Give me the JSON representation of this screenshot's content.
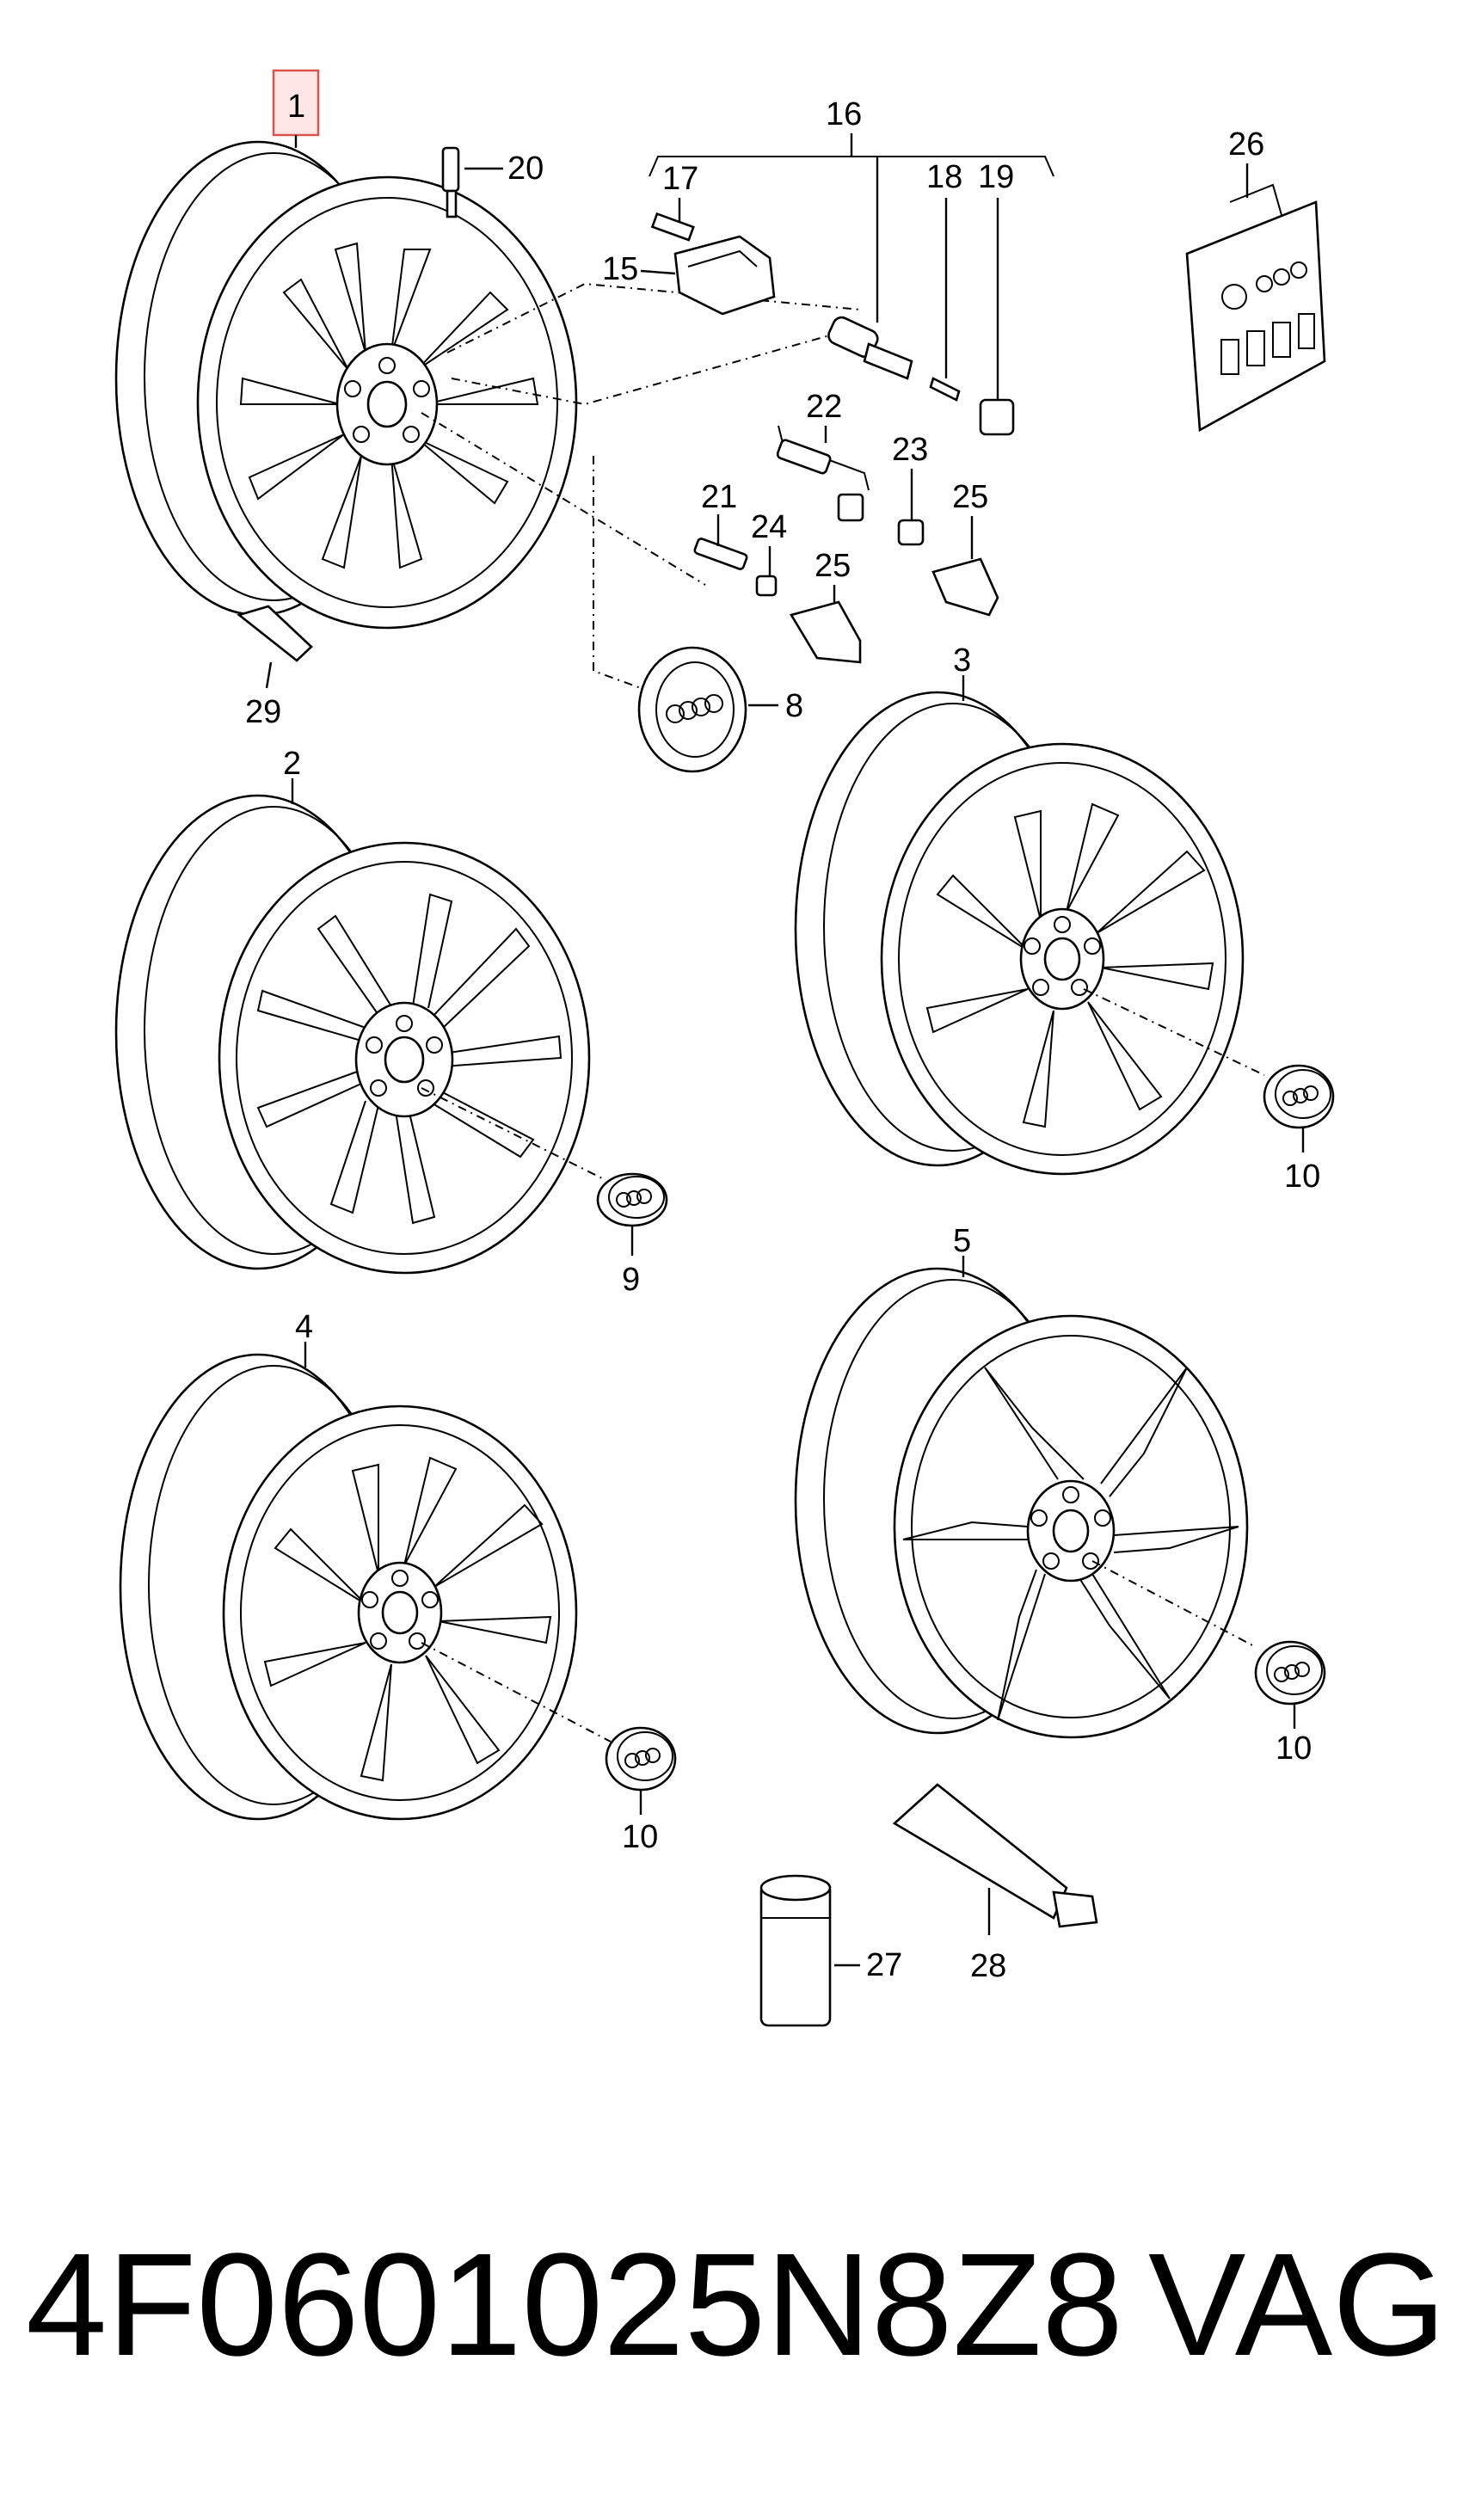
{
  "diagram": {
    "highlight_color": "#d9534f",
    "callouts": [
      {
        "id": "1",
        "label": "1",
        "highlighted": true
      },
      {
        "id": "2",
        "label": "2"
      },
      {
        "id": "3",
        "label": "3"
      },
      {
        "id": "4",
        "label": "4"
      },
      {
        "id": "5",
        "label": "5"
      },
      {
        "id": "8",
        "label": "8"
      },
      {
        "id": "9",
        "label": "9"
      },
      {
        "id": "10a",
        "label": "10"
      },
      {
        "id": "10b",
        "label": "10"
      },
      {
        "id": "10c",
        "label": "10"
      },
      {
        "id": "15",
        "label": "15"
      },
      {
        "id": "16",
        "label": "16"
      },
      {
        "id": "17",
        "label": "17"
      },
      {
        "id": "18",
        "label": "18"
      },
      {
        "id": "19",
        "label": "19"
      },
      {
        "id": "20",
        "label": "20"
      },
      {
        "id": "21",
        "label": "21"
      },
      {
        "id": "22",
        "label": "22"
      },
      {
        "id": "23",
        "label": "23"
      },
      {
        "id": "24",
        "label": "24"
      },
      {
        "id": "25a",
        "label": "25"
      },
      {
        "id": "25b",
        "label": "25"
      },
      {
        "id": "26",
        "label": "26"
      },
      {
        "id": "27",
        "label": "27"
      },
      {
        "id": "28",
        "label": "28"
      },
      {
        "id": "29",
        "label": "29"
      }
    ]
  },
  "footer": {
    "part_number": "4F0601025N8Z8",
    "brand": "VAG"
  }
}
